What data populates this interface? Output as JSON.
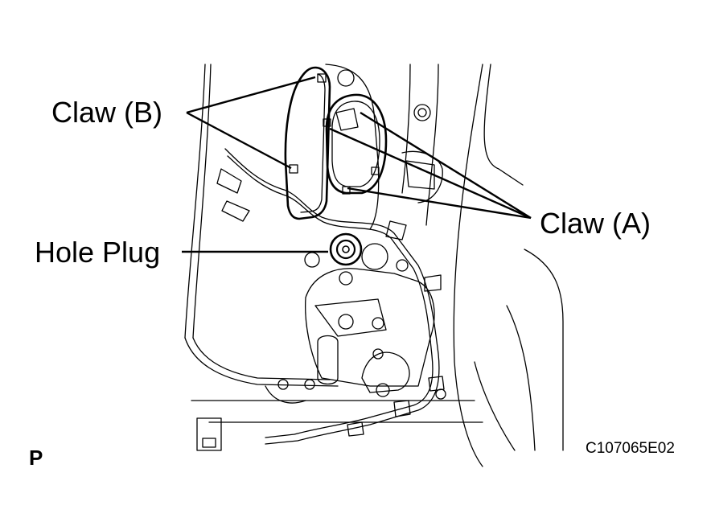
{
  "labels": {
    "claw_b": "Claw (B)",
    "claw_a": "Claw (A)",
    "hole_plug": "Hole Plug",
    "view_letter": "P",
    "figure_code": "C107065E02"
  }
}
